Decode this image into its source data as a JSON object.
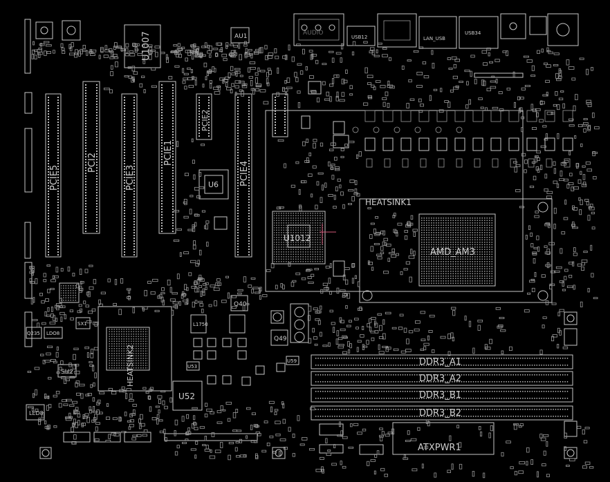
{
  "board": {
    "background": "#000000",
    "outline_color": "#c8c8c8"
  },
  "labels": {
    "u1007": "U1007",
    "au1": "AU1",
    "audio": "AUDIO",
    "usb_top": "USB12",
    "lan": "LAN_USB",
    "usb_r": "USB34",
    "pcie5": "PCIE5",
    "pci2": "PCI2",
    "pcie3": "PCIE3",
    "pcie1": "PCIE1",
    "pcie2": "PCIE2",
    "pcie4": "PCIE4",
    "u6": "U6",
    "u1012": "U1012",
    "heatsink1": "HEATSINK1",
    "amd_am3": "AMD_AM3",
    "u52": "U52",
    "su2": "SU2",
    "led8": "LED8",
    "ddr3_a1": "DDR3_A1",
    "ddr3_a2": "DDR3_A2",
    "ddr3_b1": "DDR3_B1",
    "ddr3_b2": "DDR3_B2",
    "atxpwr1": "ATXPWR1",
    "hs_south": "HEATSINK2",
    "q40": "Q40",
    "q49": "Q49",
    "u59": "U59",
    "u53": "U53",
    "l1750": "L1750",
    "q235": "Q235",
    "ldo8": "LDO8",
    "sx1": "SX1"
  }
}
